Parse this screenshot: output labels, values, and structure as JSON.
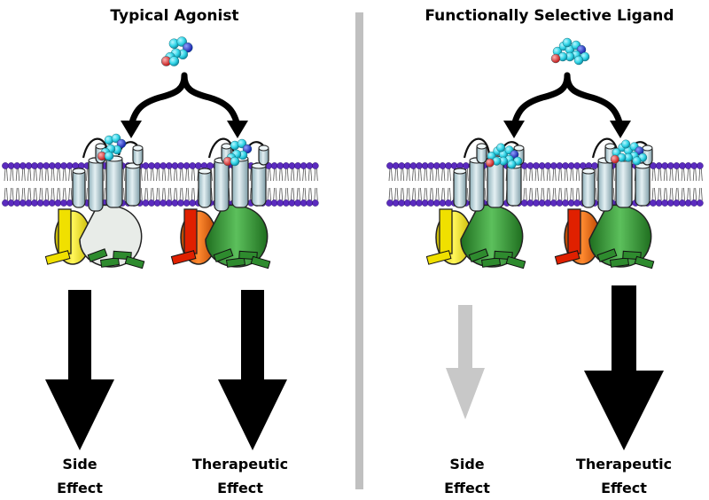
{
  "panels": [
    {
      "title": "Typical Agonist",
      "labels": [
        {
          "line1": "Side",
          "line2": "Effect"
        },
        {
          "line1": "Therapeutic",
          "line2": "Effect"
        }
      ]
    },
    {
      "title": "Functionally Selective Ligand",
      "labels": [
        {
          "line1": "Side",
          "line2": "Effect"
        },
        {
          "line1": "Therapeutic",
          "line2": "Effect"
        }
      ]
    }
  ],
  "colors": {
    "membrane_head": "#5b2bbf",
    "helix_fill": "#b7cfd6",
    "ligand_cyan": "#33d6e8",
    "ligand_blue": "#2233cc",
    "ligand_red": "#e03030",
    "g_yellow": "#f0e000",
    "g_orange": "#e05a00",
    "g_red": "#e02000",
    "g_green": "#2e8b2e",
    "arrow_strong": "#000000",
    "arrow_weak": "#c8c8c8",
    "divider": "#c0c0c0"
  }
}
